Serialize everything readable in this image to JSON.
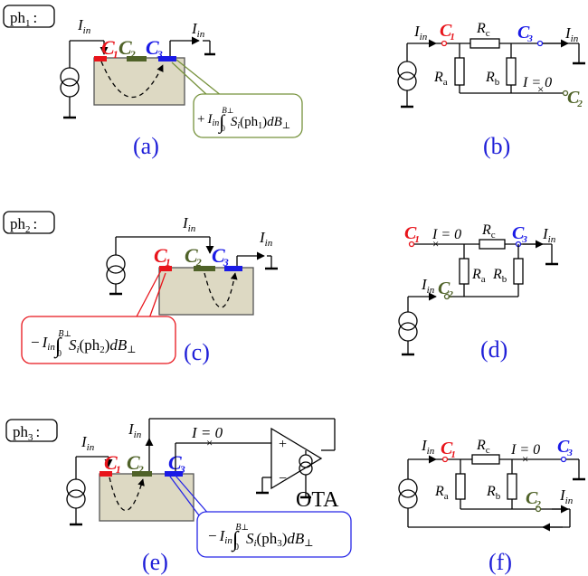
{
  "colors": {
    "red": "#e8141b",
    "green": "#4f6228",
    "blue": "#1a1ae6",
    "panel_blue": "#1f1fd8",
    "sensor_fill": "#ddd9c3",
    "box_a_border": "#76923c",
    "box_c_border": "#e8141b",
    "box_e_border": "#2626e6"
  },
  "phases": {
    "ph1": {
      "main": "ph",
      "sub": "1",
      "colon": ":"
    },
    "ph2": {
      "main": "ph",
      "sub": "2",
      "colon": ":"
    },
    "ph3": {
      "main": "ph",
      "sub": "3",
      "colon": ":"
    }
  },
  "panel_labels": {
    "a": "(a)",
    "b": "(b)",
    "c": "(c)",
    "d": "(d)",
    "e": "(e)",
    "f": "(f)"
  },
  "contacts": {
    "c1": "C",
    "c2": "C",
    "c3": "C",
    "n1": "1",
    "n2": "2",
    "n3": "3"
  },
  "currents": {
    "I": "I",
    "in": "in",
    "zero_current": "I = 0"
  },
  "resistors": {
    "R": "R",
    "a": "a",
    "b": "b",
    "c": "c"
  },
  "integrals": {
    "a": {
      "sign": "+",
      "S": "S",
      "i": "i",
      "arg": "(ph",
      "argsub": "1",
      "close": ")",
      "dB": "dB",
      "perp": "⊥",
      "upper": "B",
      "lower": "0"
    },
    "c": {
      "sign": "−",
      "S": "S",
      "i": "i",
      "arg": "(ph",
      "argsub": "2",
      "close": ")",
      "dB": "dB",
      "perp": "⊥",
      "upper": "B",
      "lower": "0"
    },
    "e": {
      "sign": "−",
      "S": "S",
      "i": "i",
      "arg": "(ph",
      "argsub": "3",
      "close": ")",
      "dB": "dB",
      "perp": "⊥",
      "upper": "B",
      "lower": "0"
    }
  },
  "ota": {
    "label": "OTA",
    "plus": "+",
    "minus": "−"
  }
}
